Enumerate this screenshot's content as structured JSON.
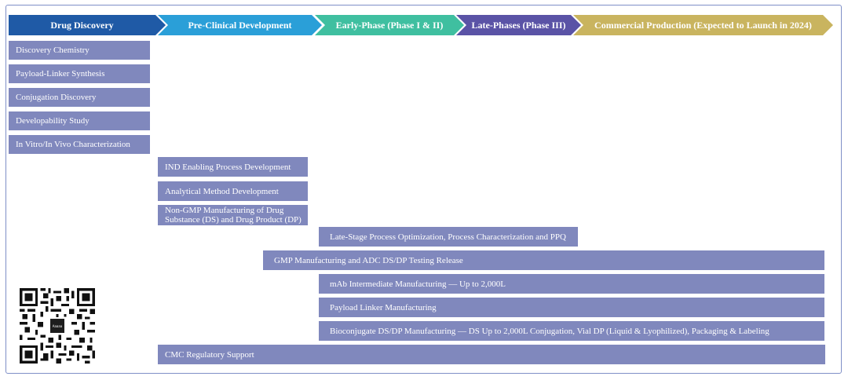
{
  "phases": [
    {
      "label": "Drug Discovery",
      "color": "#1f5aa6"
    },
    {
      "label": "Pre-Clinical Development",
      "color": "#2a9fd8"
    },
    {
      "label": "Early-Phase (Phase I & II)",
      "color": "#3fbfa0"
    },
    {
      "label": "Late-Phases (Phase III)",
      "color": "#5a53a6"
    },
    {
      "label": "Commercial Production (Expected to Launch in 2024)",
      "color": "#c9b45f"
    }
  ],
  "bars": [
    {
      "label": "Discovery Chemistry"
    },
    {
      "label": "Payload-Linker Synthesis"
    },
    {
      "label": "Conjugation Discovery"
    },
    {
      "label": "Developability Study"
    },
    {
      "label": "In Vitro/In Vivo Characterization"
    },
    {
      "label": "IND Enabling Process Development"
    },
    {
      "label": "Analytical Method Development"
    },
    {
      "label": "Non-GMP Manufacturing of Drug Substance (DS) and Drug Product (DP)"
    },
    {
      "label": "Late-Stage Process Optimization, Process Characterization and PPQ"
    },
    {
      "label": "GMP Manufacturing and ADC DS/DP Testing Release"
    },
    {
      "label": "mAb Intermediate Manufacturing — Up to 2,000L"
    },
    {
      "label": "Payload Linker Manufacturing"
    },
    {
      "label": "Bioconjugate DS/DP Manufacturing — DS Up to 2,000L Conjugation, Vial DP (Liquid & Lyophilized), Packaging & Labeling"
    },
    {
      "label": "CMC Regulatory Support"
    }
  ],
  "colors": {
    "bar": "#8088bd",
    "frame": "#7f8fc7"
  },
  "qr": {
    "icon": "qr-code-icon",
    "center_text": "Aaaaa"
  }
}
